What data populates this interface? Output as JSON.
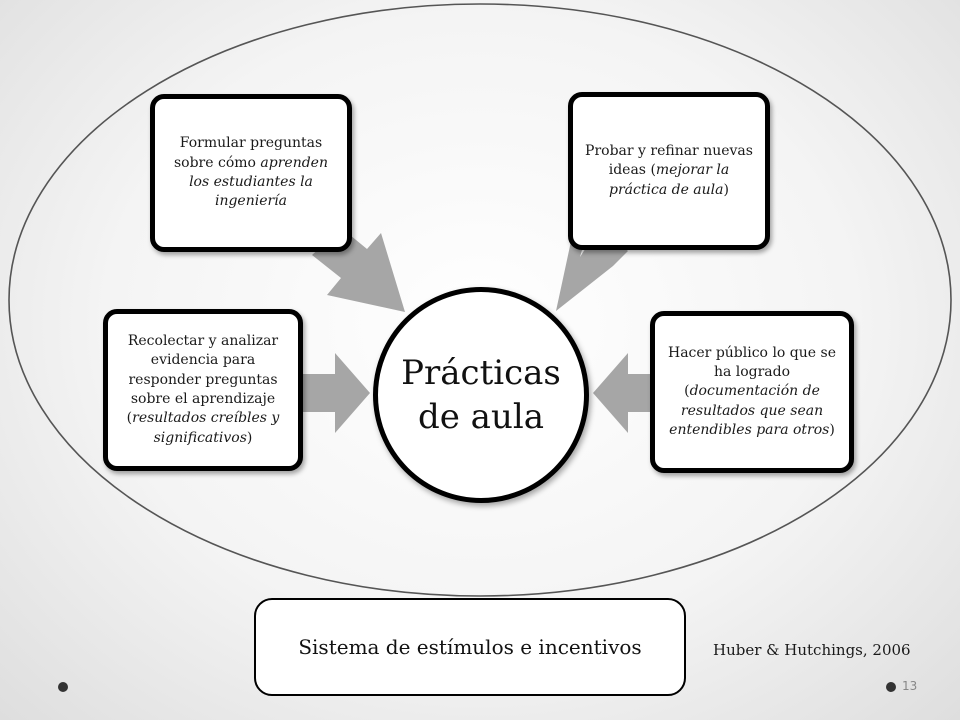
{
  "center": {
    "line1": "Prácticas",
    "line2": "de aula"
  },
  "boxes": {
    "top_left": {
      "text": "Formular preguntas sobre cómo ",
      "italic": "aprenden los estudiantes la ingeniería"
    },
    "top_right": {
      "text": "Probar y refinar nuevas ideas (",
      "italic": "mejorar la práctica de aula",
      "close": ")"
    },
    "left": {
      "text": "Recolectar y analizar evidencia para responder preguntas sobre el aprendizaje (",
      "italic": "resultados creíbles y significativos",
      "close": ")"
    },
    "right": {
      "text": "Hacer público lo que se ha logrado (",
      "italic": "documentación de resultados que sean entendibles para otros",
      "close": ")"
    }
  },
  "footer_box": {
    "label": "Sistema de estímulos e incentivos"
  },
  "citation": "Huber & Hutchings, 2006",
  "page_number": "13",
  "colors": {
    "arrow": "#a6a6a6",
    "border": "#000000",
    "ellipse_stroke": "#555555"
  }
}
